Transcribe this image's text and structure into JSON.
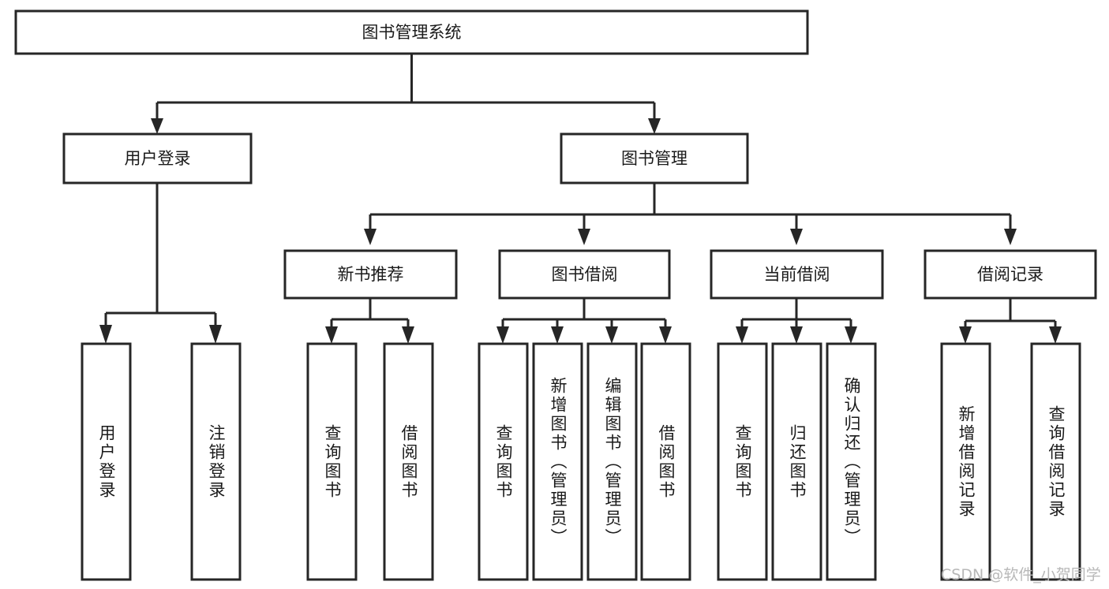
{
  "diagram": {
    "title": "图书管理系统",
    "watermark": "CSDN @软件_小贺同学",
    "colors": {
      "stroke": "#262626",
      "fill": "#ffffff",
      "text": "#1a1a1a",
      "watermark": "#b8b8b8",
      "background": "#ffffff"
    },
    "root": {
      "label": "图书管理系统"
    },
    "level2": [
      {
        "label": "用户登录"
      },
      {
        "label": "图书管理"
      }
    ],
    "level3": [
      {
        "label": "新书推荐"
      },
      {
        "label": "图书借阅"
      },
      {
        "label": "当前借阅"
      },
      {
        "label": "借阅记录"
      }
    ],
    "leaves": {
      "user_login": [
        {
          "label": "用户登录"
        },
        {
          "label": "注销登录"
        }
      ],
      "new_book_recommend": [
        {
          "label": "查询图书"
        },
        {
          "label": "借阅图书"
        }
      ],
      "book_borrow": [
        {
          "label": "查询图书"
        },
        {
          "label": "新增图书（管理员）"
        },
        {
          "label": "编辑图书（管理员）"
        },
        {
          "label": "借阅图书"
        }
      ],
      "current_borrow": [
        {
          "label": "查询图书"
        },
        {
          "label": "归还图书"
        },
        {
          "label": "确认归还（管理员）"
        }
      ],
      "borrow_record": [
        {
          "label": "新增借阅记录"
        },
        {
          "label": "查询借阅记录"
        }
      ]
    }
  }
}
